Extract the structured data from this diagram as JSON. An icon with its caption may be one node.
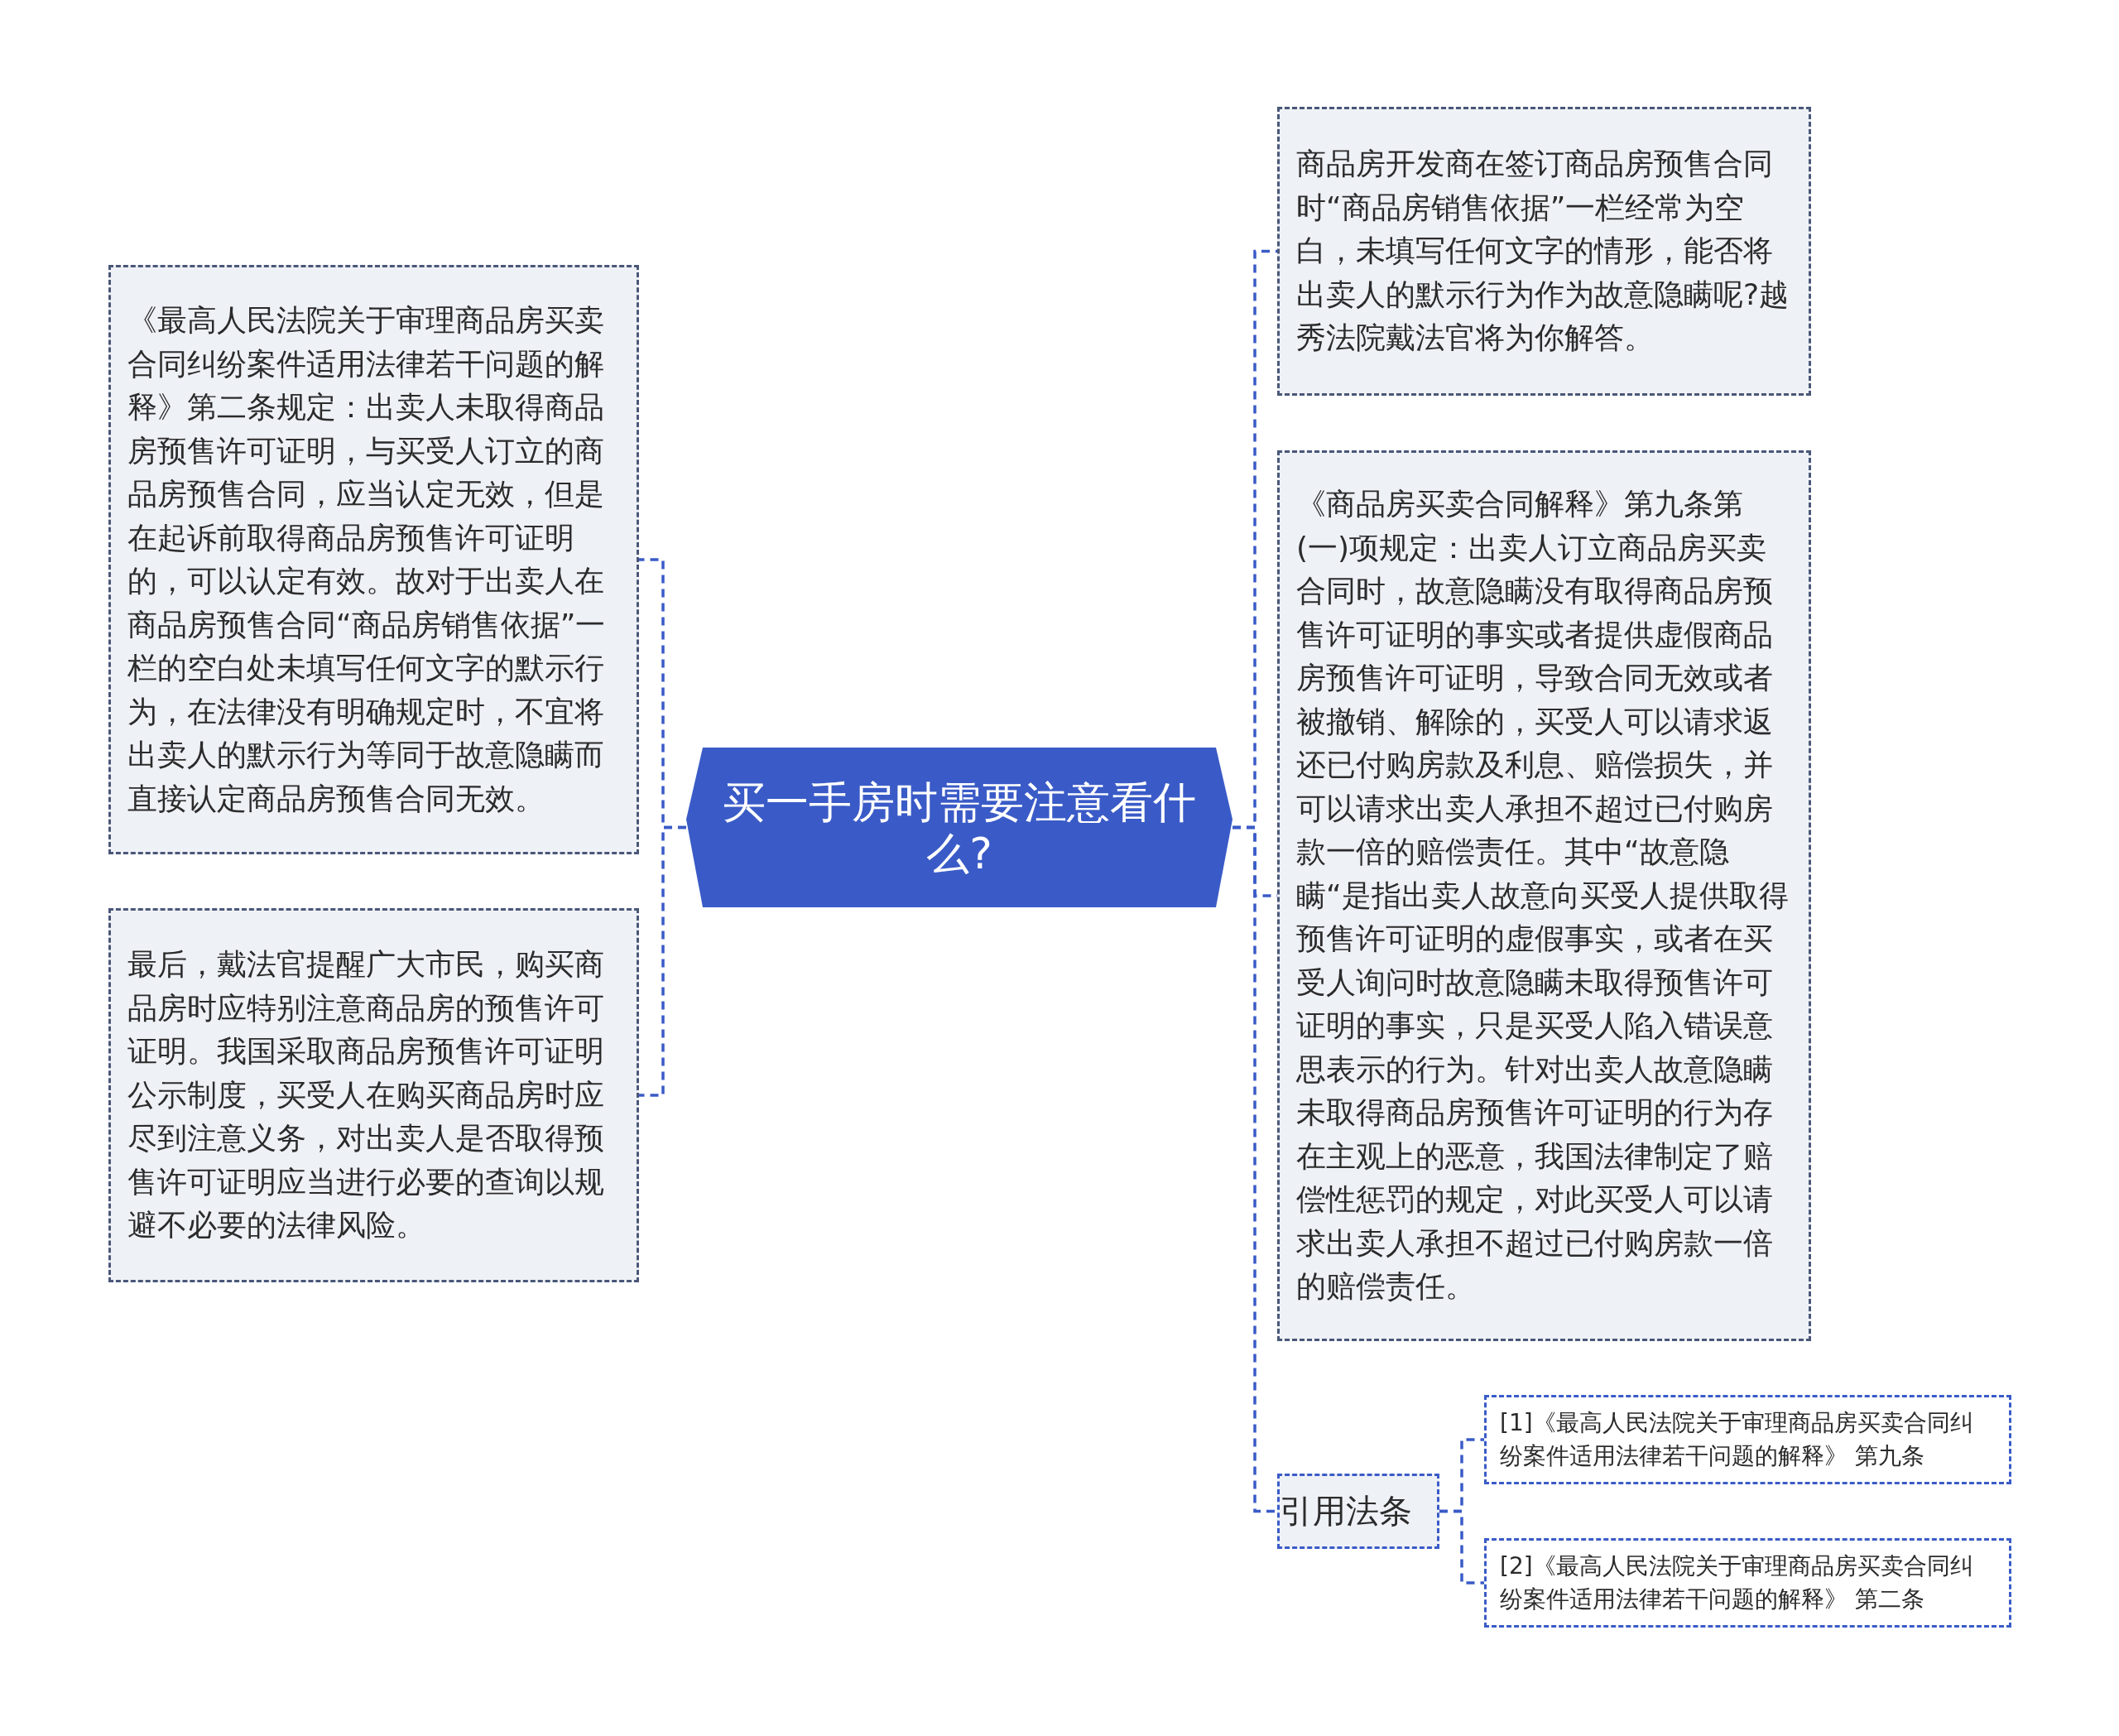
{
  "diagram": {
    "nodes": [
      {
        "text": [
          "买一手房时需要注意看什么?"
        ]
      },
      {
        "text": [
          "《最高人民法院关于审理商品房买卖合同纠纷案件适用法律若干问题的解释》第二条规定：出卖人未取得商品房预售许可证明，与买受人订立的商品房预售合同，应当认定无效，但是在起诉前取得商品房预售许可证明的，可以认定有效。故对于出卖人在商品房预售合同“商品房销售依据”一栏的空白处未填写任何文字的默示行为，在法律没有明确规定时，不宜将出卖人的默示行为等同于故意隐瞒而直接认定商品房预售合同无效。"
        ]
      },
      {
        "text": [
          "最后，戴法官提醒广大市民，购买商品房时应特别注意商品房的预售许可证明。我国采取商品房预售许可证明公示制度，买受人在购买商品房时应尽到注意义务，对出卖人是否取得预售许可证明应当进行必要的查询以规避不必要的法律风险。"
        ]
      },
      {
        "text": [
          "商品房开发商在签订商品房预售合同时“商品房销售依据”一栏经常为空白，未填写任何文字的情形，能否将出卖人的默示行为作为故意隐瞒呢?越秀法院戴法官将为你解答。"
        ]
      },
      {
        "text": [
          "《商品房买卖合同解释》第九条第(一)项规定：出卖人订立商品房买卖合同时，故意隐瞒没有取得商品房预售许可证明的事实或者提供虚假商品房预售许可证明，导致合同无效或者被撤销、解除的，买受人可以请求返还已付购房款及利息、赔偿损失，并可以请求出卖人承担不超过已付购房款一倍的赔偿责任。其中“故意隐瞒“是指出卖人故意向买受人提供取得预售许可证明的虚假事实，或者在买受人询问时故意隐瞒未取得预售许可证明的事实，只是买受人陷入错误意思表示的行为。针对出卖人故意隐瞒未取得商品房预售许可证明的行为存在主观上的恶意，我国法律制定了赔偿性惩罚的规定，对此买受人可以请求出卖人承担不超过已付购房款一倍的赔偿责任。"
        ]
      },
      {
        "text": [
          "引用法条"
        ]
      },
      {
        "text": [
          "[1]《最高人民法院关于审理商品房买卖合同纠纷案件适用法律若干问题的解释》 第九条"
        ]
      },
      {
        "text": [
          "[2]《最高人民法院关于审理商品房买卖合同纠纷案件适用法律若干问题的解释》 第二条"
        ]
      }
    ],
    "edges": [
      {
        "from": 0,
        "to": 1,
        "arrow": "none"
      },
      {
        "from": 0,
        "to": 2,
        "arrow": "none"
      },
      {
        "from": 0,
        "to": 3,
        "arrow": "none"
      },
      {
        "from": 0,
        "to": 4,
        "arrow": "none"
      },
      {
        "from": 0,
        "to": 5,
        "arrow": "none"
      },
      {
        "from": 5,
        "to": 6,
        "arrow": "none"
      },
      {
        "from": 5,
        "to": 7,
        "arrow": "none"
      }
    ]
  }
}
